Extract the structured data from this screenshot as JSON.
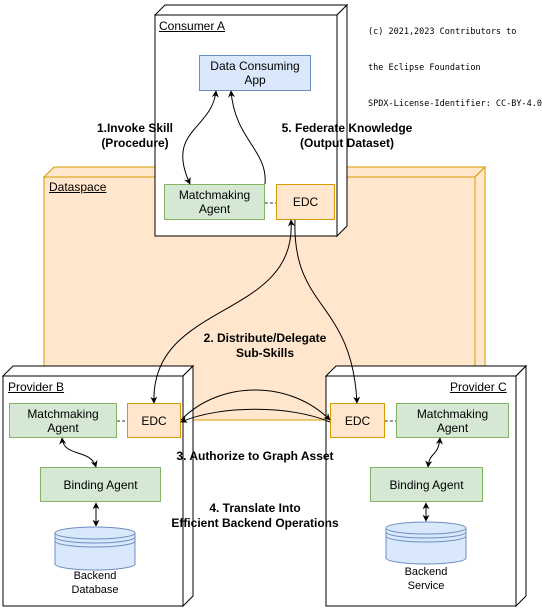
{
  "copyright": {
    "line1": "(c) 2021,2023 Contributors to",
    "line2": "the Eclipse Foundation",
    "line3": "SPDX-License-Identifier: CC-BY-4.0"
  },
  "dataspace": {
    "title": "Dataspace"
  },
  "consumer": {
    "title": "Consumer A",
    "app": "Data Consuming App",
    "matchmaking": "Matchmaking Agent",
    "edc": "EDC"
  },
  "provider_b": {
    "title": "Provider B",
    "matchmaking": "Matchmaking Agent",
    "edc": "EDC",
    "binding": "Binding Agent",
    "db_line1": "Backend",
    "db_line2": "Database"
  },
  "provider_c": {
    "title": "Provider C",
    "matchmaking": "Matchmaking Agent",
    "edc": "EDC",
    "binding": "Binding Agent",
    "db_line1": "Backend",
    "db_line2": "Service"
  },
  "steps": {
    "s1_line1": "1.Invoke Skill",
    "s1_line2": "(Procedure)",
    "s5_line1": "5. Federate Knowledge",
    "s5_line2": "(Output Dataset)",
    "s2_line1": "2. Distribute/Delegate",
    "s2_line2": "Sub-Skills",
    "s3": "3. Authorize to Graph Asset",
    "s4_line1": "4. Translate Into",
    "s4_line2": "Efficient Backend Operations"
  },
  "colors": {
    "dataspace_fill": "#ffe6cc",
    "dataspace_border": "#d79b00",
    "app_fill": "#dae8fc",
    "agent_fill": "#d5e8d4",
    "edc_fill": "#ffe6cc",
    "db_fill": "#dae8fc"
  }
}
